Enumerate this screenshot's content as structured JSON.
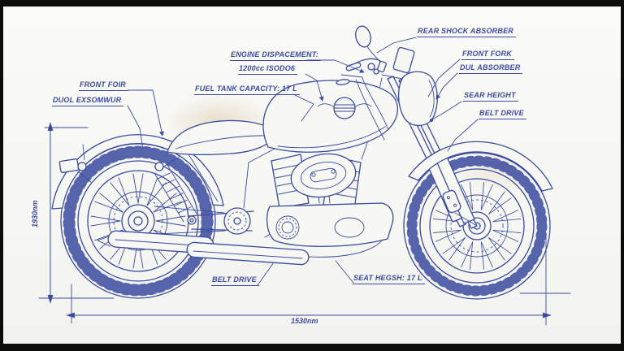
{
  "colors": {
    "ink": "#3a4a9f",
    "paper": "#f7f7f4",
    "letterbox": "#0c0c0c"
  },
  "diagram": {
    "type": "motorcycle-blueprint",
    "callouts": {
      "rear_shock_absorber": "REAR SHOCK ABSORBER",
      "front_fork": "FRONT FORK",
      "dul_absorber": "DUL ABSORBER",
      "sear_height": "SEAR HEIGHT",
      "belt_drive_right": "BELT DRIVE",
      "engine_displacement_title": "ENGINE DISPACEMENT:",
      "engine_displacement_value": "1200cc  ISODO6",
      "fuel_tank_capacity": "FUEL TANK CAPACITY: 17 L",
      "front_foir": "FRONT FOIR",
      "duol_exsomwur": "DUOL EXSOMWUR",
      "belt_drive_bottom": "BELT DRIVE",
      "seat_hegsh": "SEAT HEGSH: 17 L"
    },
    "dimensions": {
      "overall_height": "1930nm",
      "overall_length": "1530nm"
    }
  }
}
